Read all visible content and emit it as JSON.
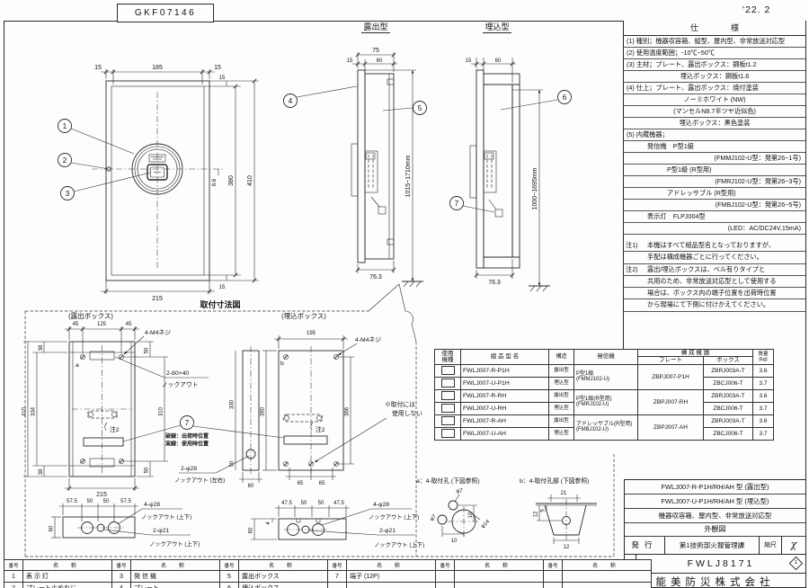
{
  "sheet": {
    "doc_code": "GKF07146",
    "date": "'22. 2"
  },
  "labels": {
    "title_exposed": "露出型",
    "title_recessed": "埋込型",
    "title_mounting": "取付寸法図",
    "mount_exposed": "(露出ボックス)",
    "mount_recessed": "(埋込ボックス)",
    "b1": "1",
    "b2": "2",
    "b3": "3",
    "b4": "4",
    "b5": "5",
    "b6": "6",
    "b7": "7",
    "b7m": "7",
    "screw": "4-M4ネジ",
    "ko8040": "2-80×40",
    "ko": "ノックアウト",
    "ko28lr": "2-φ28",
    "kolr": "ノックアウト (左右)",
    "ko28ud": "4-φ28",
    "koud": "ノックアウト (上下)",
    "ko21": "2-φ21",
    "dash_note1": "破線：出荷時位置",
    "dash_note2": "実線：使用時位置",
    "note2": "注2",
    "nouse1": "※取付には",
    "nouse2": "使用しない",
    "mark_a": "a",
    "mark_b": "b",
    "detail_a": "a：4-取付孔 (下図参照)",
    "detail_b": "b：4-取付孔部 (下図参照)"
  },
  "dims": {
    "f_15l": "15",
    "f_185": "185",
    "f_15r": "15",
    "f_15t": "15",
    "f_380": "380",
    "f_410": "410",
    "f_15b": "15",
    "f_86": "8.6",
    "f_215": "215",
    "e_75": "75",
    "e_15": "15",
    "e_60": "60",
    "e_h": "1015~1710mm",
    "e_763": "76.3",
    "r_15": "15",
    "r_60": "60",
    "r_h": "1000~1695mm",
    "r_763": "76.3",
    "me_45l": "45",
    "me_125": "125",
    "me_45r": "45",
    "me_410": "410",
    "me_334": "334",
    "me_38t": "38",
    "me_38b": "38",
    "me_310": "310",
    "me_50t": "50",
    "me_50b": "50",
    "me_215": "215",
    "ms_330": "330",
    "ms_50": "50",
    "ms_60": "60",
    "mr_195": "195",
    "mr_380": "380",
    "mr_366": "366",
    "mr_65l": "65",
    "mr_65r": "65",
    "be_575l": "57.5",
    "be_50l": "50",
    "be_50r": "50",
    "be_575r": "57.5",
    "be_60": "60",
    "br_475l": "47.5",
    "br_50l": "50",
    "br_50r": "50",
    "br_475r": "47.5",
    "br_4": "4",
    "br_60": "60",
    "da_phi7t": "φ7",
    "da_phi7l": "φ7",
    "da_10r": "10",
    "da_10b": "10",
    "da_phi14": "φ14",
    "db_21": "21",
    "db_12l": "12",
    "db_5": "5",
    "db_12b": "12"
  },
  "spec": {
    "title": "仕　　　　様",
    "rows": [
      "(1) 種別；機器収容箱、縦型、屋内型、非常放送対応型",
      "(2) 使用温度範囲；-10℃~50℃",
      "(3) 主材；プレート、露出ボックス：鋼板t1.2",
      "埋込ボックス：鋼板t1.6",
      "(4) 仕上；プレート、露出ボックス：焼付塗装",
      "ノーミホワイト (NW)",
      "(マンセルN8.7半ツヤ近似色)",
      "埋込ボックス：黒色塗装",
      "(5) 内蔵機器；",
      "発信機　P型1級",
      "(FMMJ102-U型：発第26~1号)",
      "P型1級 (R型用)",
      "(FMRJ102-U型：発第26~3号)",
      "アドレッサブル (R型用)",
      "(FMBJ102-U型：発第26~5号)",
      "表示灯　FLPJ004型",
      "(LED：AC/DC24V,15mA)"
    ]
  },
  "notes": {
    "rows": [
      {
        "label": "注1)",
        "text": "本機はすべて組品型名となっておりますが、"
      },
      {
        "label": "",
        "text": "手配は構成機器ごとに行ってください。"
      },
      {
        "label": "注2)",
        "text": "露出/埋込ボックスは、ベル有りタイプと"
      },
      {
        "label": "",
        "text": "共用のため、非常放送対応型として使用する"
      },
      {
        "label": "",
        "text": "場合は、ボックス内の端子位置を出荷時位置"
      },
      {
        "label": "",
        "text": "から現場にて下側に付けかえてください。"
      }
    ]
  },
  "parts": {
    "h_use1": "使用",
    "h_use2": "機種",
    "h_model": "組 品 型 名",
    "h_struct": "構造",
    "h_tx": "発信機",
    "h_comp": "構 成 機 器",
    "h_plate": "プレート",
    "h_box": "ボックス",
    "h_mass1": "質量",
    "h_mass2": "(kg)",
    "struct_r": "露出型",
    "struct_u": "埋込型",
    "pairs": [
      {
        "model_r": "FWLJ007-R-P1H",
        "model_u": "FWLJ007-U-P1H",
        "tx1": "P型1級",
        "tx2": "(FMMJ102-U)",
        "plate": "ZBPJ007-P1H",
        "box_r": "ZBRJ003A-T",
        "box_u": "ZBCJ006-T",
        "mass_r": "3.6",
        "mass_u": "3.7"
      },
      {
        "model_r": "FWLJ007-R-RH",
        "model_u": "FWLJ007-U-RH",
        "tx1": "P型1級(R型用)",
        "tx2": "(FMRJ102-U)",
        "plate": "ZBPJ007-RH",
        "box_r": "ZBRJ003A-T",
        "box_u": "ZBCJ006-T",
        "mass_r": "3.6",
        "mass_u": "3.7"
      },
      {
        "model_r": "FWLJ007-R-AH",
        "model_u": "FWLJ007-U-AH",
        "tx1": "アドレッサブル(R型用)",
        "tx2": "(FMBJ102-U)",
        "plate": "ZBPJ007-AH",
        "box_r": "ZBRJ003A-T",
        "box_u": "ZBCJ006-T",
        "mass_r": "3.6",
        "mass_u": "3.7"
      }
    ]
  },
  "title_block": {
    "model_line1": "FWLJ007-R-P1H/RH/AH 型 (露出型)",
    "model_line2": "FWLJ007-U-P1H/RH/AH 型 (埋込型)",
    "desc_line1": "機器収容箱、屋内型、非常放送対応型",
    "desc_line2": "外観図",
    "issue_label": "発行",
    "issue_dept": "第1技術部火報管理課",
    "scale_label": "縮尺",
    "scale_value": "χ",
    "drawing_no_label": "図番",
    "drawing_no": "FWLJ8171",
    "revision": "1",
    "company": "能美防災株式会社"
  },
  "legend": {
    "no_header": "番号",
    "name_header": "名 称",
    "items": [
      {
        "no": "1",
        "name": "表 示 灯"
      },
      {
        "no": "2",
        "name": "プレート止めねじ"
      },
      {
        "no": "3",
        "name": "発 信 機"
      },
      {
        "no": "4",
        "name": "プレート"
      },
      {
        "no": "5",
        "name": "露出ボックス"
      },
      {
        "no": "6",
        "name": "埋込ボックス"
      },
      {
        "no": "7",
        "name": "端子 (12P)"
      }
    ]
  }
}
